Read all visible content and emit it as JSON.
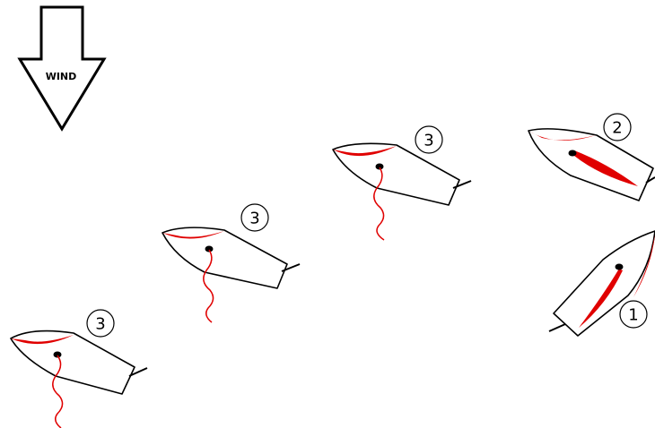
{
  "wind": {
    "label": "WIND",
    "icon": "down-arrow-icon"
  },
  "colors": {
    "sail": "#e00000",
    "outline": "#000000"
  },
  "boats": [
    {
      "id": "boat-1",
      "badge": "3"
    },
    {
      "id": "boat-2",
      "badge": "3"
    },
    {
      "id": "boat-3",
      "badge": "3"
    },
    {
      "id": "boat-4",
      "badge": "2"
    },
    {
      "id": "boat-5",
      "badge": "1"
    }
  ]
}
